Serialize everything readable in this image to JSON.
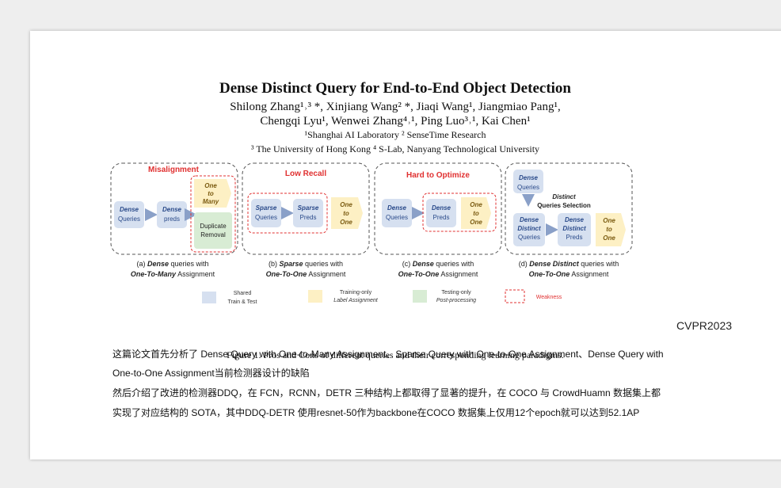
{
  "paper": {
    "title": "Dense Distinct Query for End-to-End Object Detection",
    "authors_line1": "Shilong Zhang¹˒³ *,  Xinjiang Wang² *,  Jiaqi Wang¹,  Jiangmiao Pang¹,",
    "authors_line2": "Chengqi Lyu¹,  Wenwei Zhang⁴˒¹,  Ping Luo³˒¹,  Kai Chen¹",
    "affil_line1": "¹Shanghai AI Laboratory   ² SenseTime Research",
    "affil_line2": "³ The University of Hong Kong   ⁴ S-Lab, Nanyang Technological University"
  },
  "figure": {
    "panels": [
      {
        "header": "Misalignment",
        "box1": [
          "Dense",
          "Queries"
        ],
        "box2": [
          "Dense",
          "preds"
        ],
        "box3": [
          "One",
          "to",
          "Many"
        ],
        "box4": [
          "Duplicate",
          "Removal"
        ],
        "caption1_prefix": "(a) ",
        "caption1_em": "Dense",
        "caption1_suffix": " queries with",
        "caption2_em": "One-To-Many",
        "caption2_suffix": " Assignment"
      },
      {
        "header": "Low Recall",
        "box1": [
          "Sparse",
          "Queries"
        ],
        "box2": [
          "Sparse",
          "Preds"
        ],
        "box3": [
          "One",
          "to",
          "One"
        ],
        "caption1_prefix": "(b) ",
        "caption1_em": "Sparse",
        "caption1_suffix": " queries with",
        "caption2_em": "One-To-One",
        "caption2_suffix": " Assignment"
      },
      {
        "header": "Hard to Optimize",
        "box1": [
          "Dense",
          "Queries"
        ],
        "box2": [
          "Dense",
          "Preds"
        ],
        "box3": [
          "One",
          "to",
          "One"
        ],
        "caption1_prefix": "(c) ",
        "caption1_em": "Dense",
        "caption1_suffix": " queries with",
        "caption2_em": "One-To-One",
        "caption2_suffix": " Assignment"
      },
      {
        "box_top": [
          "Dense",
          "Queries"
        ],
        "selection": [
          "Distinct",
          "Queries Selection"
        ],
        "box1": [
          "Dense",
          "Distinct",
          "Queries"
        ],
        "box2": [
          "Dense",
          "Distinct",
          "Preds"
        ],
        "box3": [
          "One",
          "to",
          "One"
        ],
        "caption1_prefix": "(d) ",
        "caption1_em": "Dense Distinct",
        "caption1_suffix": " queries with",
        "caption2_em": "One-To-One",
        "caption2_suffix": " Assignment"
      }
    ],
    "legend": [
      {
        "label1": "Shared",
        "label2": "Train & Test",
        "color": "#d6e0f0"
      },
      {
        "label1": "Training-only",
        "label2": "Label Assignment",
        "color": "#fdf0c4"
      },
      {
        "label1": "Testing-only",
        "label2": "Post-processing",
        "color": "#d8ecd4"
      },
      {
        "label1": "Weakness",
        "label2": "",
        "color": "#e03030"
      }
    ],
    "caption": "Figure 1. Pros and Cons of different queries and their corresponding learning paradigms."
  },
  "venue": "CVPR2023",
  "notes": [
    "这篇论文首先分析了 Dense Query with One-to-Many Assignment、Sparse Query with One-to-One Assignment、Dense Query with",
    "One-to-One Assignment当前检测器设计的缺陷",
    "然后介绍了改进的检测器DDQ，在 FCN，RCNN，DETR 三种结构上都取得了显著的提升，在 COCO 与 CrowdHuamn 数据集上都",
    "实现了对应结构的 SOTA，其中DDQ-DETR 使用resnet-50作为backbone在COCO 数据集上仅用12个epoch就可以达到52.1AP"
  ],
  "colors": {
    "query_fill": "#d6e0f0",
    "assign_fill": "#fdf0c4",
    "post_fill": "#d8ecd4",
    "weakness": "#e03030",
    "query_text": "#2a4a8a",
    "assign_text": "#7a5a10"
  }
}
